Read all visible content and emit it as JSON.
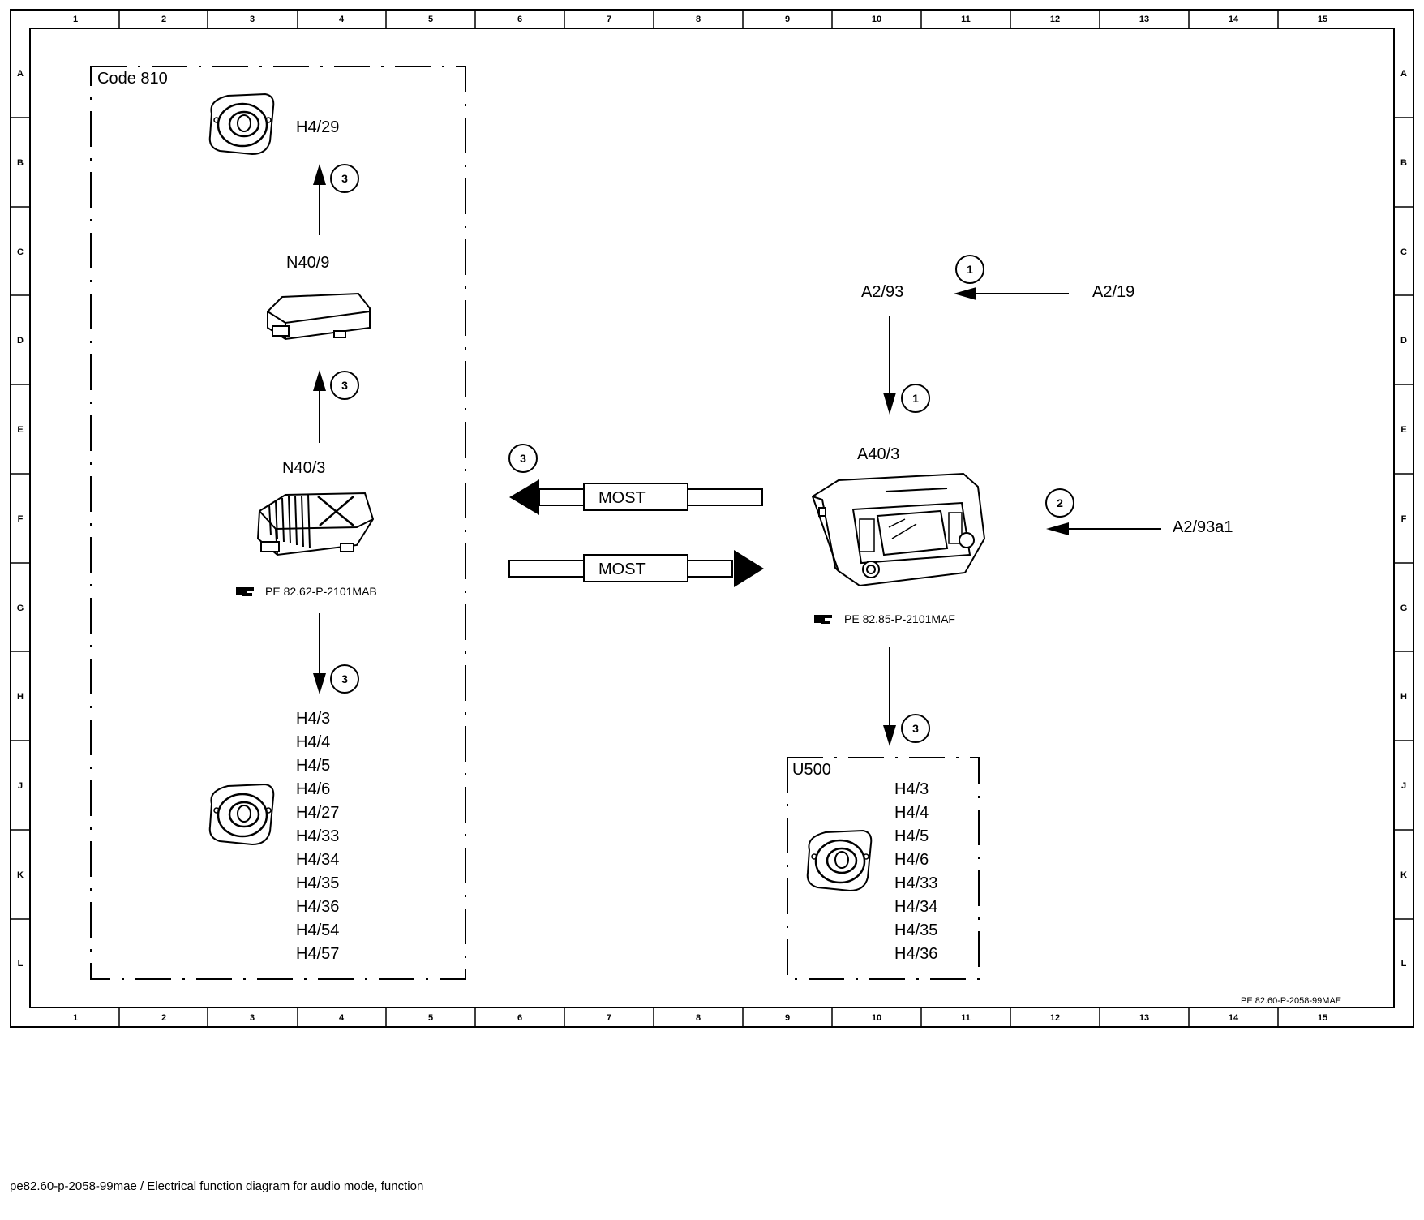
{
  "grid": {
    "columns": [
      "1",
      "2",
      "3",
      "4",
      "5",
      "6",
      "7",
      "8",
      "9",
      "10",
      "11",
      "12",
      "13",
      "14",
      "15"
    ],
    "rows": [
      "A",
      "B",
      "C",
      "D",
      "E",
      "F",
      "G",
      "H",
      "J",
      "K",
      "L"
    ]
  },
  "left_box": {
    "title": "Code 810",
    "top_speaker_label": "H4/29",
    "n40_9_label": "N40/9",
    "n40_3_label": "N40/3",
    "n40_3_ref": "PE 82.62-P-2101MAB",
    "speaker_list": [
      "H4/3",
      "H4/4",
      "H4/5",
      "H4/6",
      "H4/27",
      "H4/33",
      "H4/34",
      "H4/35",
      "H4/36",
      "H4/54",
      "H4/57"
    ]
  },
  "right_box": {
    "title": "U500",
    "speaker_list": [
      "H4/3",
      "H4/4",
      "H4/5",
      "H4/6",
      "H4/33",
      "H4/34",
      "H4/35",
      "H4/36"
    ]
  },
  "center": {
    "most_top": "MOST",
    "most_bottom": "MOST",
    "most_marker": "3"
  },
  "head_unit": {
    "label": "A40/3",
    "ref": "PE 82.85-P-2101MAF"
  },
  "inputs": {
    "a2_93": "A2/93",
    "a2_19": "A2/19",
    "a2_93a1": "A2/93a1"
  },
  "markers": {
    "m1a": "1",
    "m1b": "1",
    "m2": "2",
    "m3_top": "3",
    "m3_mid": "3",
    "m3_bottom": "3",
    "m3_right": "3"
  },
  "drawing_number": "PE 82.60-P-2058-99MAE",
  "caption": "pe82.60-p-2058-99mae / Electrical function diagram for audio mode, function"
}
